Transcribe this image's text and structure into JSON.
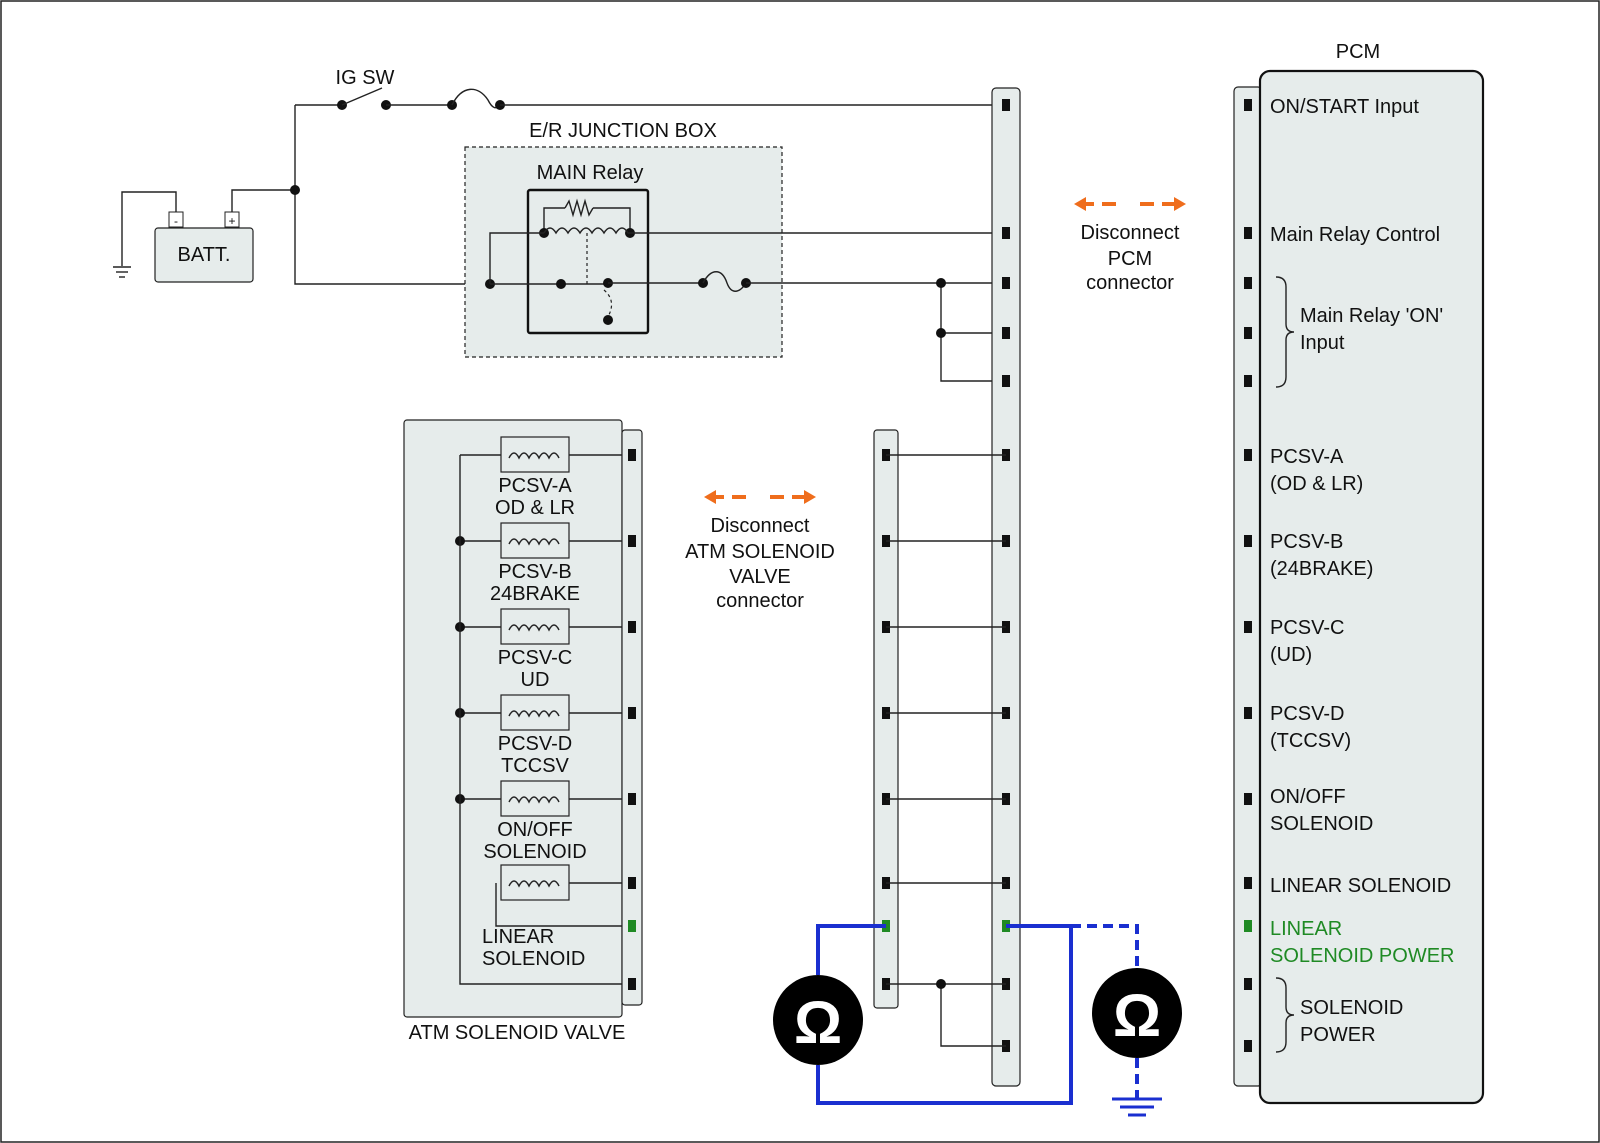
{
  "colors": {
    "panel_fill": "#e6eceb",
    "wire": "#222222",
    "measure_wire": "#1a2fd0",
    "highlight": "#1f8a24",
    "disconnect_arrow": "#ef6d1c",
    "meter": "#000000"
  },
  "labels": {
    "ig_sw": "IG SW",
    "batt": "BATT.",
    "batt_neg": "-",
    "batt_pos": "+",
    "junction_box": "E/R JUNCTION BOX",
    "main_relay": "MAIN Relay",
    "pcm": "PCM",
    "atm_solenoid_valve": "ATM SOLENOID VALVE",
    "disconnect_pcm": [
      "Disconnect",
      "PCM",
      "connector"
    ],
    "disconnect_atm": [
      "Disconnect",
      "ATM SOLENOID",
      "VALVE",
      "connector"
    ],
    "ohm_symbol": "Ω"
  },
  "pcm_pins": [
    {
      "lines": [
        "ON/START Input"
      ],
      "highlight": false
    },
    {
      "lines": [
        "Main Relay Control"
      ],
      "highlight": false
    },
    {
      "lines": [
        "Main Relay 'ON'",
        "Input"
      ],
      "highlight": false
    },
    {
      "lines": [
        "PCSV-A",
        "(OD & LR)"
      ],
      "highlight": false
    },
    {
      "lines": [
        "PCSV-B",
        "(24BRAKE)"
      ],
      "highlight": false
    },
    {
      "lines": [
        "PCSV-C",
        "(UD)"
      ],
      "highlight": false
    },
    {
      "lines": [
        "PCSV-D",
        "(TCCSV)"
      ],
      "highlight": false
    },
    {
      "lines": [
        "ON/OFF",
        "SOLENOID"
      ],
      "highlight": false
    },
    {
      "lines": [
        "LINEAR SOLENOID"
      ],
      "highlight": false
    },
    {
      "lines": [
        "LINEAR",
        "SOLENOID POWER"
      ],
      "highlight": true
    },
    {
      "lines": [
        "SOLENOID",
        "POWER"
      ],
      "highlight": false
    }
  ],
  "solenoids": [
    {
      "lines": [
        "PCSV-A",
        "OD & LR"
      ]
    },
    {
      "lines": [
        "PCSV-B",
        "24BRAKE"
      ]
    },
    {
      "lines": [
        "PCSV-C",
        "UD"
      ]
    },
    {
      "lines": [
        "PCSV-D",
        "TCCSV"
      ]
    },
    {
      "lines": [
        "ON/OFF",
        "SOLENOID"
      ]
    },
    {
      "lines": [
        "LINEAR",
        "SOLENOID"
      ]
    }
  ]
}
